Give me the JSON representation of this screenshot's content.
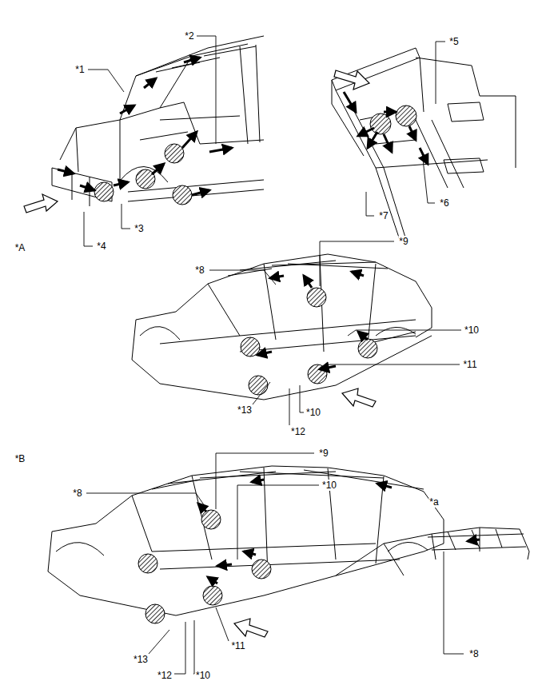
{
  "diagram": {
    "labels": [
      "*1",
      "*2",
      "*5",
      "*3",
      "*4",
      "*A",
      "*7",
      "*6",
      "*9",
      "*8",
      "*10",
      "*11",
      "*13",
      "*10",
      "*12",
      "*B",
      "*9",
      "*10",
      "*8",
      "*a",
      "*11",
      "*13",
      "*12",
      "*10",
      "*8"
    ]
  }
}
